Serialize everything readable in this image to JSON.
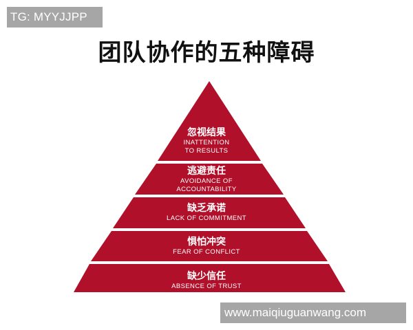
{
  "watermark_top": "TG: MYYJJPP",
  "title": "团队协作的五种障碍",
  "watermark_bottom": "www.maiqiuguanwang.com",
  "colors": {
    "layer": "#b0102a",
    "separator": "#ffffff",
    "watermark_bg": "#a6a6a6"
  },
  "pyramid": {
    "layers": [
      {
        "cn": "忽视结果",
        "en_line1": "INATTENTION",
        "en_line2": "TO RESULTS"
      },
      {
        "cn": "逃避责任",
        "en_line1": "AVOIDANCE  OF",
        "en_line2": "ACCOUNTABILITY"
      },
      {
        "cn": "缺乏承诺",
        "en_line1": "LACK OF COMMITMENT"
      },
      {
        "cn": "惧怕冲突",
        "en_line1": "FEAR OF CONFLICT"
      },
      {
        "cn": "缺少信任",
        "en_line1": "ABSENCE  OF  TRUST"
      }
    ]
  }
}
